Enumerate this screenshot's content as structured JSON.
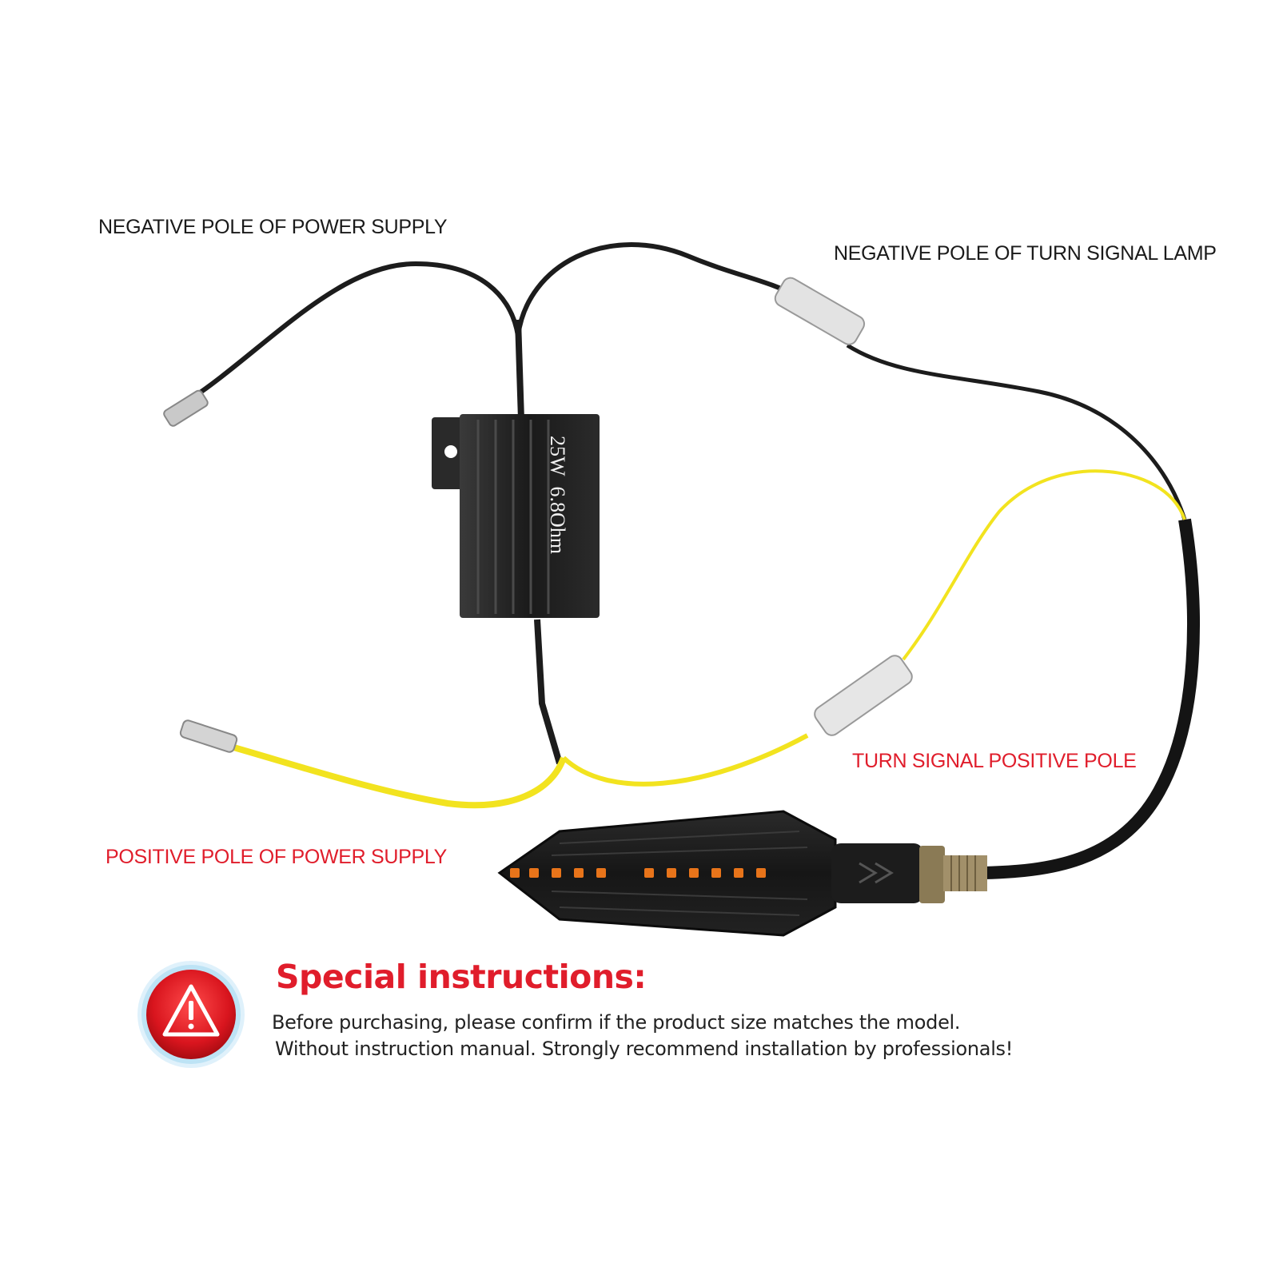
{
  "labels": {
    "negative_supply": "NEGATIVE POLE OF POWER SUPPLY",
    "negative_lamp": "NEGATIVE POLE OF TURN SIGNAL LAMP",
    "turn_positive": "TURN SIGNAL POSITIVE POLE",
    "positive_supply": "POSITIVE POLE OF POWER SUPPLY"
  },
  "resistor": {
    "power": "25W",
    "resistance": "6.8Ohm"
  },
  "instructions": {
    "title": "Special instructions:",
    "line1": "Before purchasing, please confirm if the product size matches the model.",
    "line2": "Without instruction manual. Strongly recommend installation by professionals!"
  },
  "colors": {
    "wire_black": "#1c1c1c",
    "wire_yellow": "#f2e31f",
    "label_red": "#e01d2b",
    "lamp_amber": "#e8741a"
  },
  "icons": [
    "warning-icon"
  ]
}
